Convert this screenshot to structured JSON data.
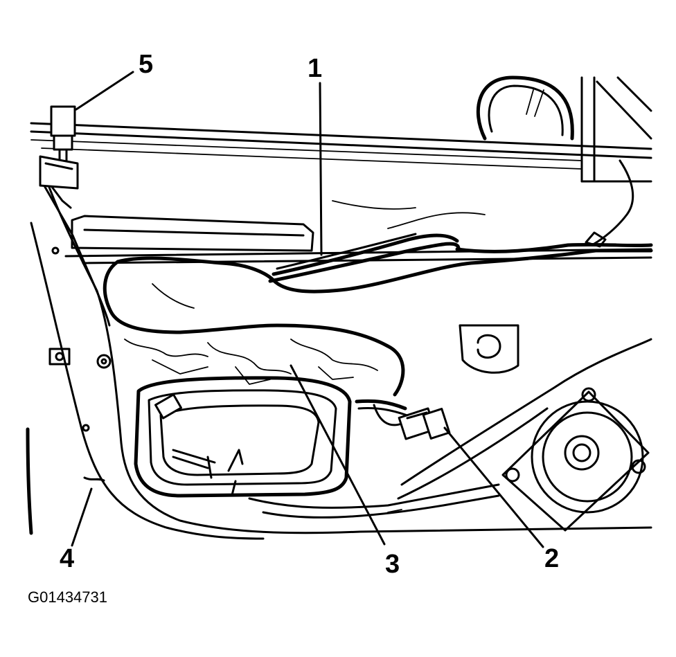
{
  "callouts": [
    {
      "id": "1",
      "label": "1"
    },
    {
      "id": "2",
      "label": "2"
    },
    {
      "id": "3",
      "label": "3"
    },
    {
      "id": "4",
      "label": "4"
    },
    {
      "id": "5",
      "label": "5"
    }
  ],
  "figure_id": "G01434731"
}
